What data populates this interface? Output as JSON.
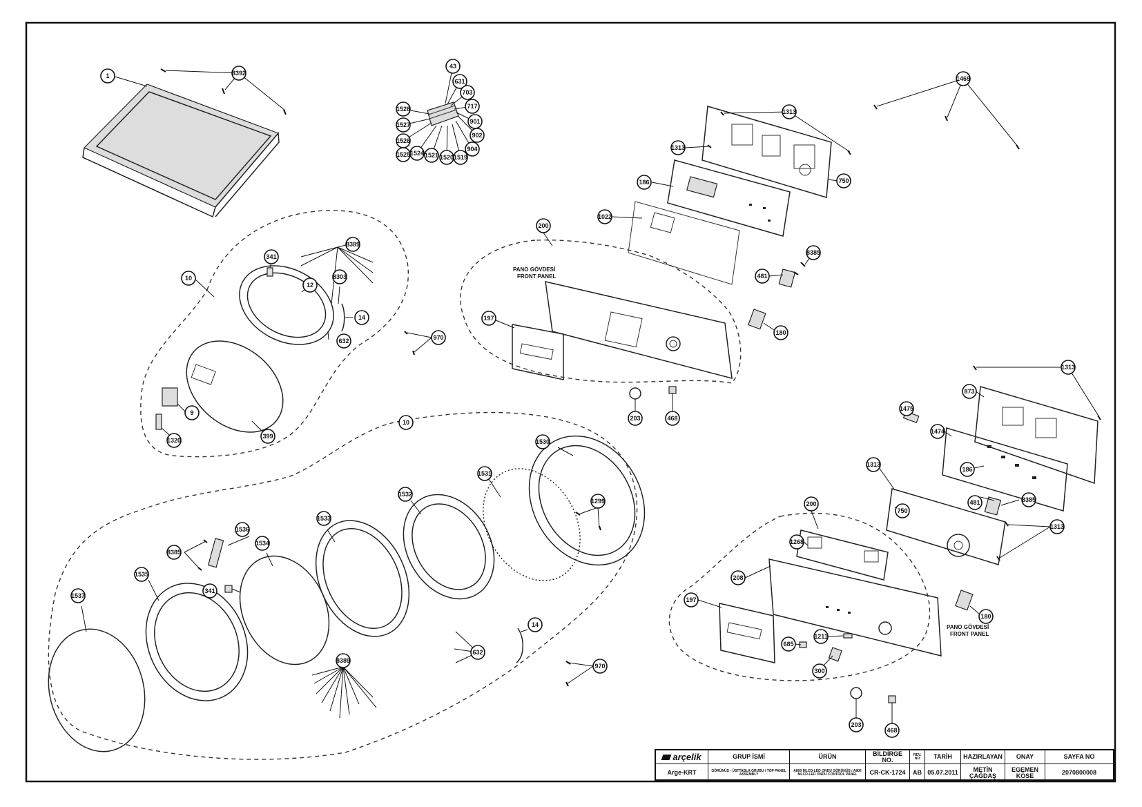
{
  "callouts": {
    "c1": "1",
    "c8392": "8392",
    "c43": "43",
    "c631": "631",
    "c703": "703",
    "c717": "717",
    "c901": "901",
    "c902": "902",
    "c904": "904",
    "c1519": "1519",
    "c1520": "1520",
    "c1521": "1521",
    "c1524": "1524",
    "c1525": "1525",
    "c1526": "1526",
    "c1527": "1527",
    "c1528": "1528",
    "c1469": "1469",
    "c1313a": "1313",
    "c1313b": "1313",
    "c750a": "750",
    "c186a": "186",
    "c1022": "1022",
    "c200a": "200",
    "c8385a": "8385",
    "c481a": "481",
    "c180a": "180",
    "c197a": "197",
    "c203a": "203",
    "c468a": "468",
    "c10a": "10",
    "c341a": "341",
    "c8389a": "8389",
    "c12": "12",
    "c8303": "8303",
    "c14a": "14",
    "c632a": "632",
    "c970a": "970",
    "c9": "9",
    "c1320": "1320",
    "c399": "399",
    "c10b": "10",
    "c1530": "1530",
    "c1531": "1531",
    "c1532": "1532",
    "c1533": "1533",
    "c1534": "1534",
    "c1536": "1536",
    "c8385b": "8385",
    "c1535": "1535",
    "c341b": "341",
    "c1537": "1537",
    "c1299": "1299",
    "c8389b": "8389",
    "c632b": "632",
    "c14b": "14",
    "c970b": "970",
    "c1313c": "1313",
    "c873": "873",
    "c1475": "1475",
    "c1474": "1474",
    "c186b": "186",
    "c1313d": "1313",
    "c481b": "481",
    "c8385c": "8385",
    "c750b": "750",
    "c1313e": "1313",
    "c200b": "200",
    "c1268": "1268",
    "c208": "208",
    "c197b": "197",
    "c1211": "1211",
    "c685": "685",
    "c300": "300",
    "c180b": "180",
    "c203b": "203",
    "c468b": "468"
  },
  "labels": {
    "front_panel_1_line1": "PANO GÖVDESİ",
    "front_panel_1_line2": "FRONT PANEL",
    "front_panel_2_line1": "PANO GÖVDESİ",
    "front_panel_2_line2": "FRONT PANEL"
  },
  "title_block": {
    "logo": "arçelik",
    "dept": "Arge-KRT",
    "h_group": "GRUP İSMİ",
    "h_product": "ÜRÜN",
    "h_bildirge": "BİLDİRGE NO.",
    "h_rev": "REV. NO",
    "h_date": "TARİH",
    "h_prepared": "HAZIRLAYAN",
    "h_approve": "ONAY",
    "h_page": "SAYFA NO",
    "group": "GÖRÜNÜŞ - ÜSTTABLA GRUBU / TOP PANEL ASSEMBLY",
    "product": "A800 MLCD-LED ONDU GÖRÜNÜŞ / A800 MLCD-LED ONDU CONTROL PANEL",
    "bildirge": "CR-CK-1724",
    "rev": "AB",
    "date": "05.07.2011",
    "prepared": "METİN ÇAĞDAŞ",
    "approve": "EGEMEN KÖSE",
    "page": "2070800008"
  }
}
